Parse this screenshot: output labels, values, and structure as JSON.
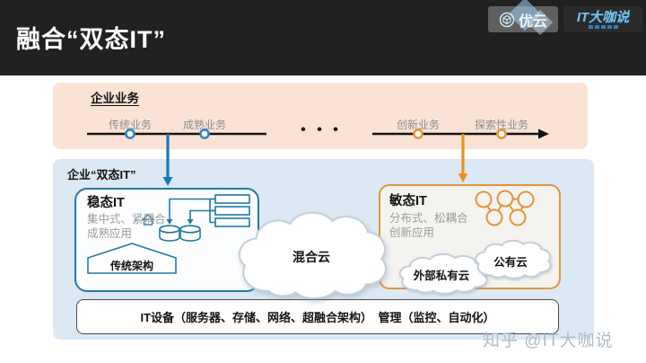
{
  "header": {
    "title": "融合“双态IT”",
    "logo_youyun": "优云",
    "logo_itdks": "IT大咖说"
  },
  "business_band": {
    "title": "企业业务",
    "milestones_left": [
      {
        "label": "传统业务"
      },
      {
        "label": "成熟业务"
      }
    ],
    "ellipsis": "• • •",
    "milestones_right": [
      {
        "label": "创新业务"
      },
      {
        "label": "探索性业务"
      }
    ]
  },
  "dual_it": {
    "title": "企业“双态IT”",
    "steady": {
      "title": "稳态IT",
      "desc1": "集中式、紧耦合",
      "desc2": "成熟应用",
      "banner": "传统架构"
    },
    "agile": {
      "title": "敏态IT",
      "desc1": "分布式、松耦合",
      "desc2": "创新应用",
      "cloud_private": "外部私有云",
      "cloud_public": "公有云"
    },
    "hybrid_cloud": "混合云",
    "infra_bar": "IT设备（服务器、存储、网络、超融合架构）　管理（监控、自动化）"
  },
  "watermark": "知乎 @IT大咖说",
  "colors": {
    "header_bg": "#212121",
    "business_band_bg": "#fae3d5",
    "dual_panel_bg": "#dce9f5",
    "steady_border": "#2279a8",
    "agile_border": "#e0963c",
    "steady_arrow": "#1778be",
    "agile_arrow": "#e8941a",
    "timeline": "#141414",
    "muted_text": "#8e8e8e",
    "watermark_text": "#b2bcc8"
  }
}
